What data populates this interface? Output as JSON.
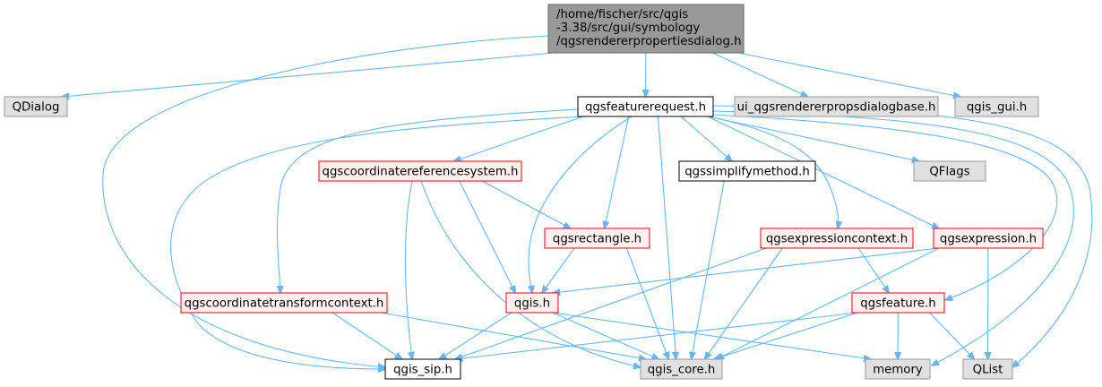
{
  "diagram": {
    "colors": {
      "edge": "#63b8ff",
      "root_fill": "#999999",
      "root_border": "#666666",
      "external_fill": "#e0e0e0",
      "external_border": "#999999",
      "documented_border": "#000000",
      "truncated_fill": "#fff0f0",
      "truncated_border": "#ff0000"
    },
    "nodes": [
      {
        "id": "root",
        "label": "/home/fischer/src/qgis\n-3.38/src/gui/symbology\n/qgsrendererpropertiesdialog.h",
        "style": "root"
      },
      {
        "id": "qdialog",
        "label": "QDialog",
        "style": "external"
      },
      {
        "id": "qgsfeaturerequest",
        "label": "qgsfeaturerequest.h",
        "style": "documented"
      },
      {
        "id": "ui_props",
        "label": "ui_qgsrendererpropsdialogbase.h",
        "style": "external"
      },
      {
        "id": "qgis_gui",
        "label": "qgis_gui.h",
        "style": "external"
      },
      {
        "id": "qgscrs",
        "label": "qgscoordinatereferencesystem.h",
        "style": "truncated"
      },
      {
        "id": "qgssimplify",
        "label": "qgssimplifymethod.h",
        "style": "documented"
      },
      {
        "id": "qflags",
        "label": "QFlags",
        "style": "external"
      },
      {
        "id": "qgsrectangle",
        "label": "qgsrectangle.h",
        "style": "truncated"
      },
      {
        "id": "qgsexprctx",
        "label": "qgsexpressioncontext.h",
        "style": "truncated"
      },
      {
        "id": "qgsexpression",
        "label": "qgsexpression.h",
        "style": "truncated"
      },
      {
        "id": "qgsctc",
        "label": "qgscoordinatetransformcontext.h",
        "style": "truncated"
      },
      {
        "id": "qgis_h",
        "label": "qgis.h",
        "style": "truncated"
      },
      {
        "id": "qgsfeature",
        "label": "qgsfeature.h",
        "style": "truncated"
      },
      {
        "id": "qgis_sip",
        "label": "qgis_sip.h",
        "style": "documented"
      },
      {
        "id": "qgis_core",
        "label": "qgis_core.h",
        "style": "external"
      },
      {
        "id": "memory",
        "label": "memory",
        "style": "external"
      },
      {
        "id": "qlist",
        "label": "QList",
        "style": "external"
      }
    ],
    "edges": [
      {
        "from": "root",
        "to": "qdialog"
      },
      {
        "from": "root",
        "to": "qgsfeaturerequest"
      },
      {
        "from": "root",
        "to": "ui_props"
      },
      {
        "from": "root",
        "to": "qgis_gui"
      },
      {
        "from": "root",
        "to": "qgis_sip"
      },
      {
        "from": "qgsfeaturerequest",
        "to": "qgscrs"
      },
      {
        "from": "qgsfeaturerequest",
        "to": "qgssimplify"
      },
      {
        "from": "qgsfeaturerequest",
        "to": "qflags"
      },
      {
        "from": "qgsfeaturerequest",
        "to": "qgsrectangle"
      },
      {
        "from": "qgsfeaturerequest",
        "to": "qgsexprctx"
      },
      {
        "from": "qgsfeaturerequest",
        "to": "qgsexpression"
      },
      {
        "from": "qgsfeaturerequest",
        "to": "qgsctc"
      },
      {
        "from": "qgsfeaturerequest",
        "to": "qgis_h"
      },
      {
        "from": "qgsfeaturerequest",
        "to": "qgsfeature"
      },
      {
        "from": "qgsfeaturerequest",
        "to": "qgis_sip"
      },
      {
        "from": "qgsfeaturerequest",
        "to": "qgis_core"
      },
      {
        "from": "qgsfeaturerequest",
        "to": "memory"
      },
      {
        "from": "qgsfeaturerequest",
        "to": "qlist"
      },
      {
        "from": "qgscrs",
        "to": "qgsrectangle"
      },
      {
        "from": "qgscrs",
        "to": "qgis_h"
      },
      {
        "from": "qgscrs",
        "to": "qgis_sip"
      },
      {
        "from": "qgscrs",
        "to": "qgis_core"
      },
      {
        "from": "qgssimplify",
        "to": "qgis_core"
      },
      {
        "from": "qgsrectangle",
        "to": "qgis_h"
      },
      {
        "from": "qgsrectangle",
        "to": "qgis_core"
      },
      {
        "from": "qgsexprctx",
        "to": "qgsfeature"
      },
      {
        "from": "qgsexprctx",
        "to": "qgis_sip"
      },
      {
        "from": "qgsexprctx",
        "to": "qgis_core"
      },
      {
        "from": "qgsexpression",
        "to": "qgis_h"
      },
      {
        "from": "qgsexpression",
        "to": "qgis_core"
      },
      {
        "from": "qgsexpression",
        "to": "qlist"
      },
      {
        "from": "qgsctc",
        "to": "qgis_sip"
      },
      {
        "from": "qgsctc",
        "to": "qgis_core"
      },
      {
        "from": "qgis_h",
        "to": "qgis_sip"
      },
      {
        "from": "qgis_h",
        "to": "qgis_core"
      },
      {
        "from": "qgis_h",
        "to": "memory"
      },
      {
        "from": "qgsfeature",
        "to": "qgis_sip"
      },
      {
        "from": "qgsfeature",
        "to": "qgis_core"
      },
      {
        "from": "qgsfeature",
        "to": "memory"
      },
      {
        "from": "qgsfeature",
        "to": "qlist"
      }
    ]
  }
}
